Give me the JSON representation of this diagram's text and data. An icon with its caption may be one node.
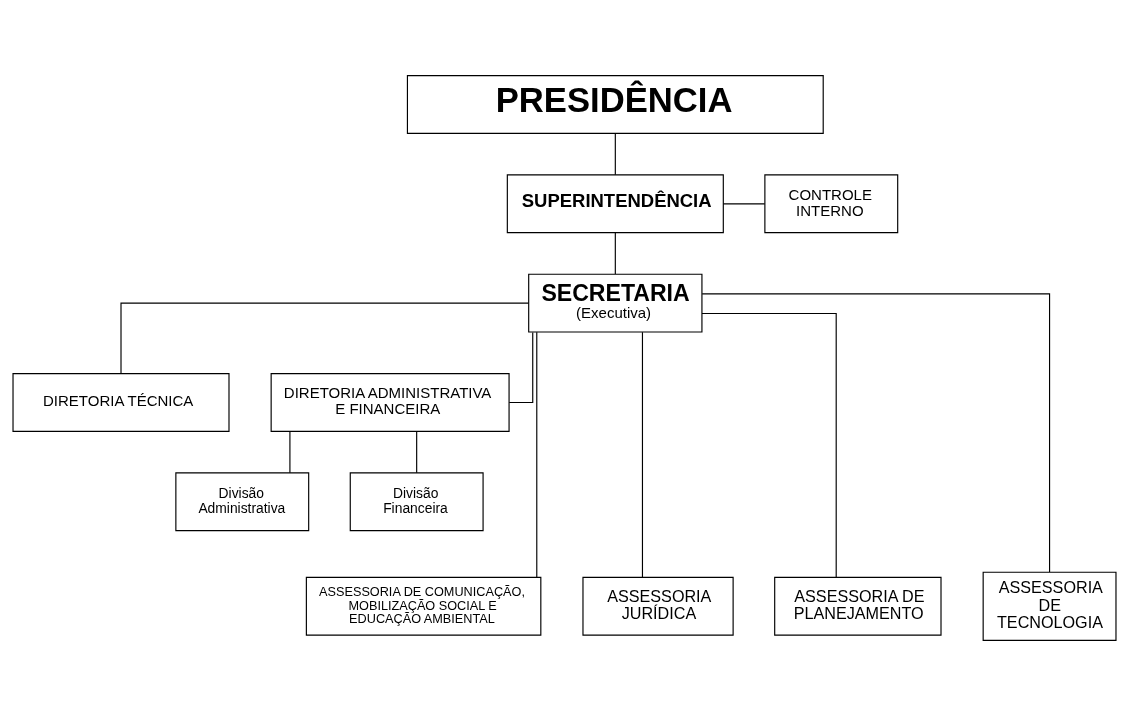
{
  "diagram": {
    "nodes": [
      {
        "text": [
          "PRESIDÊNCIA"
        ]
      },
      {
        "text": [
          "SUPERINTENDÊNCIA"
        ]
      },
      {
        "text": [
          "CONTROLE INTERNO"
        ]
      },
      {
        "text": [
          "SECRETARIA",
          "(Executiva)"
        ]
      },
      {
        "text": [
          "DIRETORIA TÉCNICA"
        ]
      },
      {
        "text": [
          "DIRETORIA ADMINISTRATIVA E FINANCEIRA"
        ]
      },
      {
        "text": [
          "Divisão Administrativa"
        ]
      },
      {
        "text": [
          "Divisão Financeira"
        ]
      },
      {
        "text": [
          "ASSESSORIA DE COMUNICAÇÃO, MOBILIZAÇÃO SOCIAL E EDUCAÇÃO AMBIENTAL"
        ]
      },
      {
        "text": [
          "ASSESSORIA JURÍDICA"
        ]
      },
      {
        "text": [
          "ASSESSORIA DE PLANEJAMENTO"
        ]
      },
      {
        "text": [
          "ASSESSORIA DE TECNOLOGIA"
        ]
      }
    ],
    "edges": [
      {
        "from": 0,
        "to": 1,
        "arrow": "none"
      },
      {
        "from": 1,
        "to": 2,
        "arrow": "none"
      },
      {
        "from": 1,
        "to": 3,
        "arrow": "none"
      },
      {
        "from": 3,
        "to": 4,
        "arrow": "none"
      },
      {
        "from": 3,
        "to": 5,
        "arrow": "none"
      },
      {
        "from": 5,
        "to": 6,
        "arrow": "none"
      },
      {
        "from": 5,
        "to": 7,
        "arrow": "none"
      },
      {
        "from": 3,
        "to": 8,
        "arrow": "none"
      },
      {
        "from": 3,
        "to": 9,
        "arrow": "none"
      },
      {
        "from": 3,
        "to": 10,
        "arrow": "none"
      },
      {
        "from": 3,
        "to": 11,
        "arrow": "none"
      }
    ]
  }
}
